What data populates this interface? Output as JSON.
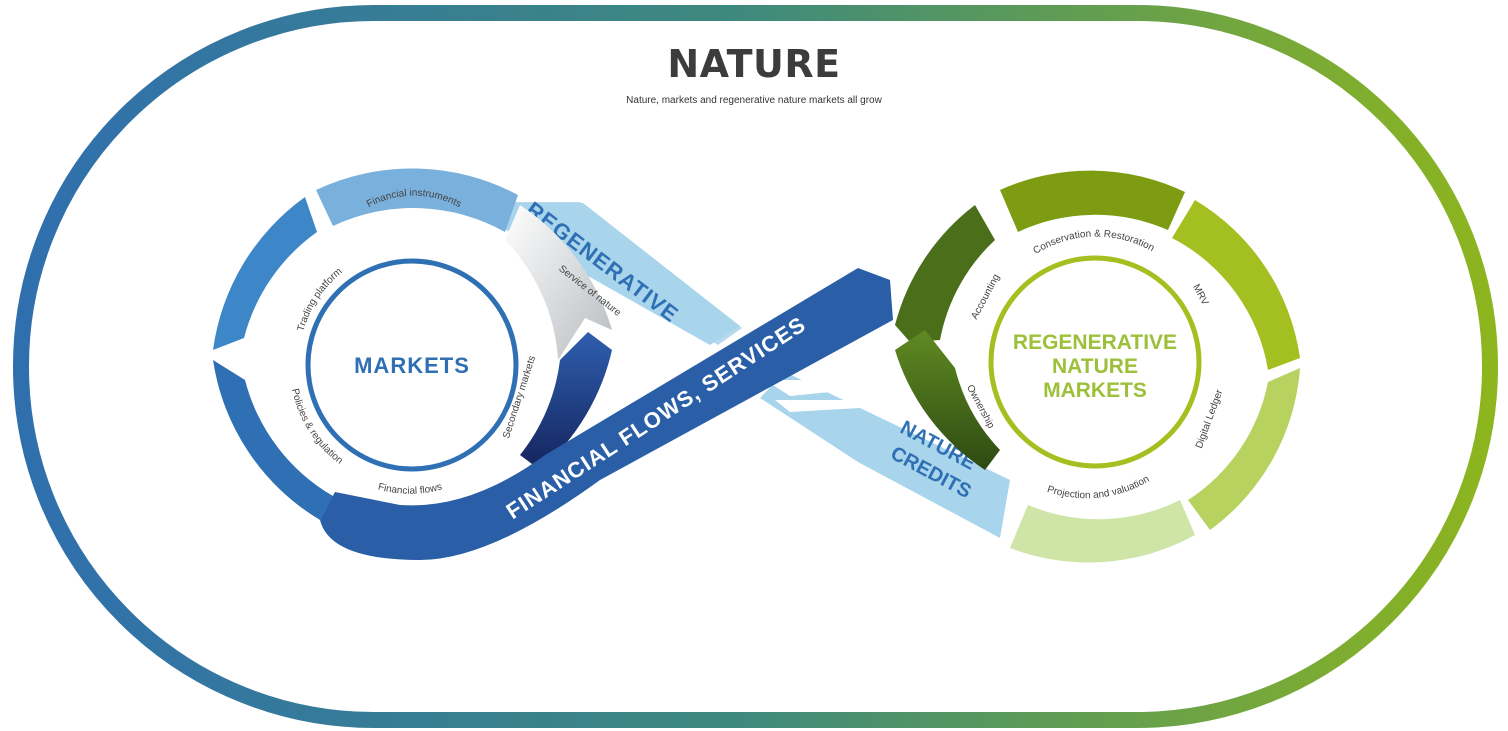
{
  "title": "NATURE",
  "subtitle": "Nature, markets and regenerative nature markets all grow",
  "markets": {
    "label": "MARKETS",
    "items": [
      "Financial instruments",
      "Trading platform",
      "Policies & regulation",
      "Financial flows",
      "Secondary markets",
      "Service of nature"
    ]
  },
  "regen": {
    "label_lines": [
      "REGENERATIVE",
      "NATURE",
      "MARKETS"
    ],
    "items": [
      "Conservation & Restoration",
      "MRV",
      "Digital Ledger",
      "Projection and valuation",
      "Ownership",
      "Accounting"
    ]
  },
  "bands": {
    "regenerative": "REGENERATIVE",
    "financial_flows": "FINANCIAL FLOWS, SERVICES",
    "nature_credits_lines": [
      "NATURE",
      "CREDITS"
    ]
  },
  "colors": {
    "frame_start": "#2f6fae",
    "frame_end": "#8db51e",
    "markets_dark": "#2f6fb4",
    "markets_light": "#7ab0dc",
    "financial_band": "#2a5fa8",
    "light_band": "#a8d4ec",
    "green_dark": "#4a6e1a",
    "green_mid": "#7d9c12",
    "green_lime": "#a4c020",
    "green_light": "#cfe5a7",
    "regen_label": "#9cc03a",
    "markets_label": "#2f6fb4"
  }
}
